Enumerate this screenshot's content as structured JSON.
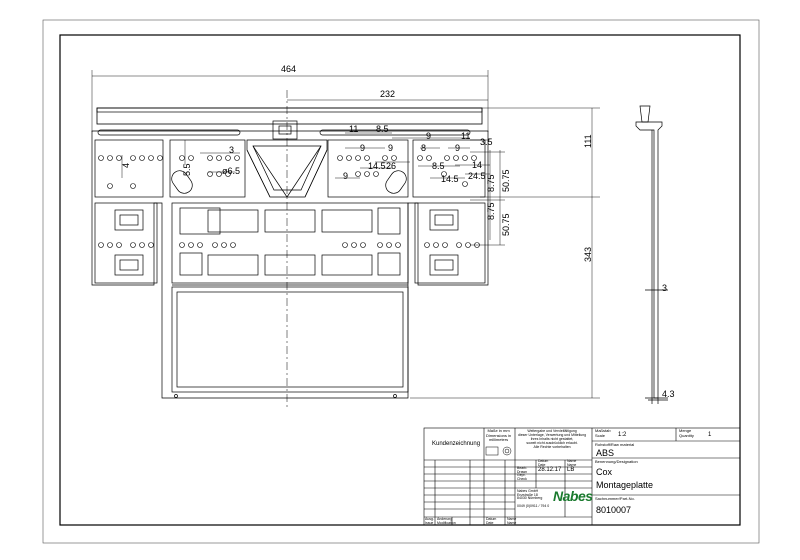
{
  "dimensions": {
    "overall_width": "464",
    "half_width": "232",
    "height_upper": "111",
    "height_total": "343",
    "side_thickness": "3",
    "side_bottom": "4.3",
    "left_4": "4",
    "left_5_5": "5.5",
    "left_3": "3",
    "dia_6_5": "ø6.5",
    "d11a": "11",
    "d8_5a": "8.5",
    "d9a": "9",
    "d9b": "9",
    "d9c": "9",
    "d26": "26",
    "d14_5a": "14.5",
    "d8": "8",
    "d9d": "9",
    "d9e": "9",
    "d11b": "11",
    "d3_5": "3.5",
    "d8_5b": "8.5",
    "d14": "14",
    "d14_5b": "14.5",
    "d24_5": "24.5",
    "d8_75a": "8.75",
    "d50_75a": "50.75",
    "d8_75b": "8.75",
    "d50_75b": "50.75"
  },
  "title_block": {
    "kundenzeichnung": "Kundenzeichnung",
    "masse_note": "Maße in mm\nDimensions in\nmillimeters",
    "legal_note": "Weitergabe und Vervielfältigung\ndieser Unterlage, Verwertung und Mitteilung\nihres Inhalts nicht gestattet,\nsoweit nicht ausdrücklich erlaubt.\nAlle Rechte vorbehalten",
    "massstab_label": "Maßstab\nScale",
    "massstab_value": "1:2",
    "menge_label": "Menge\nQuantity",
    "menge_value": "1",
    "rohstoff_label": "Rohstoff/Raw material",
    "rohstoff_value": "ABS",
    "benennung_label": "Benennung/Designation",
    "benennung_line1": "Cox",
    "benennung_line2": "Montageplatte",
    "sachnummer_label": "Sachnummer/Part-No.",
    "sachnummer_value": "8010007",
    "datum_header": "Datum\nDate",
    "name_header": "Name\nName",
    "bearb_label": "Bearb.\nDrawn",
    "bearb_date": "28.12.17",
    "bearb_name": "LB",
    "gepr_label": "Gepr.\nCheck",
    "company_address": "Nabes GmbH\nEnzstraße 18\n84030 Nürnberg",
    "company_phone": "0049 (0)0911 / 794 0",
    "logo": "Nabes",
    "rev_col1": "Ausg.\nIssue",
    "rev_col2": "Änderung\nModification",
    "rev_col3": "Datum\nDate",
    "rev_col4": "Name\nName"
  }
}
